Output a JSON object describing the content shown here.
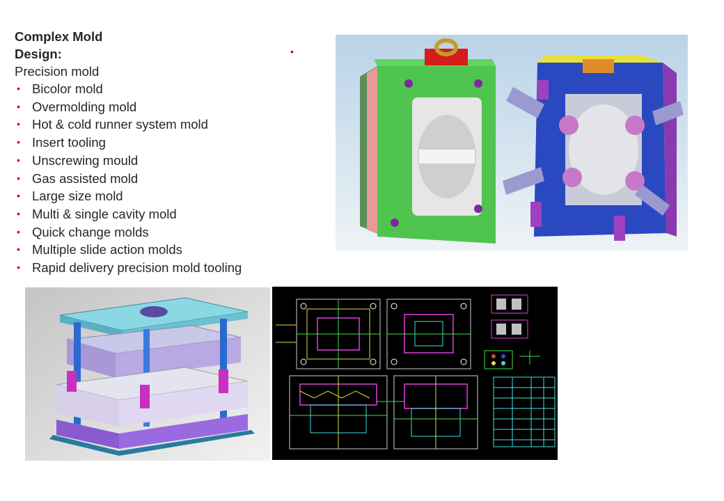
{
  "heading": {
    "line1": "Complex Mold",
    "line2": "Design:"
  },
  "subheading": "Precision mold",
  "bullet_glyph": "•",
  "features": [
    "Bicolor mold",
    "Overmolding mold",
    "Hot & cold runner system mold",
    "Insert tooling",
    "Unscrewing mould",
    "Gas assisted mold",
    "Large size mold",
    "Multi & single cavity mold",
    "Quick change molds",
    "Multiple slide action molds",
    "Rapid delivery precision mold tooling"
  ],
  "colors": {
    "text": "#262626",
    "bullet": "#cc0000",
    "cad_background": "#000000"
  }
}
